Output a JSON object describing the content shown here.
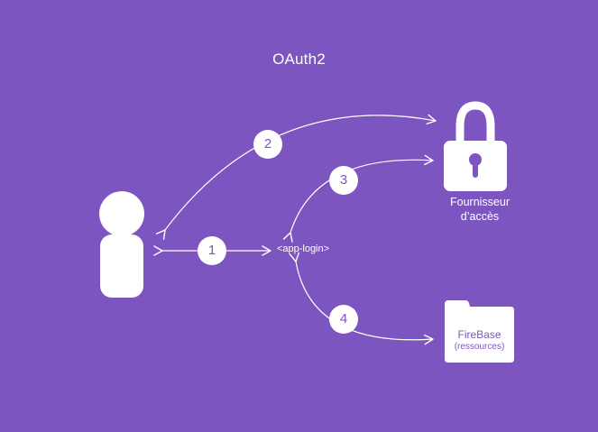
{
  "title": "OAuth2",
  "nodes": {
    "app_login": "<app-login>",
    "provider": {
      "line1": "Fournisseur",
      "line2": "d’accès"
    },
    "firebase": {
      "title": "FireBase",
      "subtitle": "(ressources)"
    }
  },
  "steps": [
    "1",
    "2",
    "3",
    "4"
  ],
  "colors": {
    "background": "#7d55c0",
    "foreground": "#ffffff"
  },
  "icons": [
    "user-icon",
    "padlock-icon",
    "folder-icon"
  ]
}
